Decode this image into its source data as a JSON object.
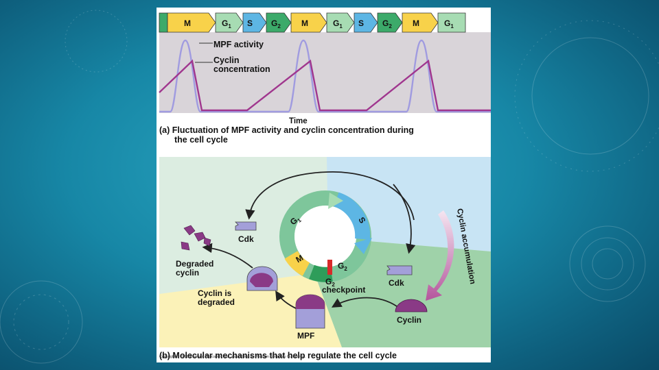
{
  "phase_bar": {
    "phases": [
      {
        "label": "M",
        "sub": "",
        "color": "#f8d24a"
      },
      {
        "label": "G",
        "sub": "1",
        "color": "#a7dcb3"
      },
      {
        "label": "S",
        "sub": "",
        "color": "#5db6e4"
      },
      {
        "label": "G",
        "sub": "2",
        "color": "#3caa6a"
      },
      {
        "label": "M",
        "sub": "",
        "color": "#f8d24a"
      },
      {
        "label": "G",
        "sub": "1",
        "color": "#a7dcb3"
      },
      {
        "label": "S",
        "sub": "",
        "color": "#5db6e4"
      },
      {
        "label": "G",
        "sub": "2",
        "color": "#3caa6a"
      },
      {
        "label": "M",
        "sub": "",
        "color": "#f8d24a"
      },
      {
        "label": "G",
        "sub": "1",
        "color": "#a7dcb3"
      }
    ]
  },
  "graph": {
    "legend_mpf": "MPF activity",
    "legend_cyclin_line1": "Cyclin",
    "legend_cyclin_line2": "concentration",
    "xlabel": "Time",
    "mpf_color": "#a09be0",
    "cyclin_color": "#a0368e"
  },
  "caption_a": {
    "line1": "(a) Fluctuation of MPF activity and cyclin concentration during",
    "line2": "the cell cycle"
  },
  "diagram_b": {
    "cycle_g1": "G",
    "cycle_g1_sub": "1",
    "cycle_s": "S",
    "cycle_g2": "G",
    "cycle_g2_sub": "2",
    "cycle_m": "M",
    "cdk_top": "Cdk",
    "degraded_line1": "Degraded",
    "degraded_line2": "cyclin",
    "is_degraded_line1": "Cyclin is",
    "is_degraded_line2": "degraded",
    "mpf": "MPF",
    "checkpoint_g": "G",
    "checkpoint_sub": "2",
    "checkpoint_word": "checkpoint",
    "cdk_right": "Cdk",
    "cyclin": "Cyclin",
    "accumulation": "Cyclin accumulation"
  },
  "caption_b": "(b) Molecular mechanisms that help regulate the cell cycle",
  "copyright": "Copyright © 2008 Pearson Education, Inc., publishing as Pearson Benjamin Cummings."
}
